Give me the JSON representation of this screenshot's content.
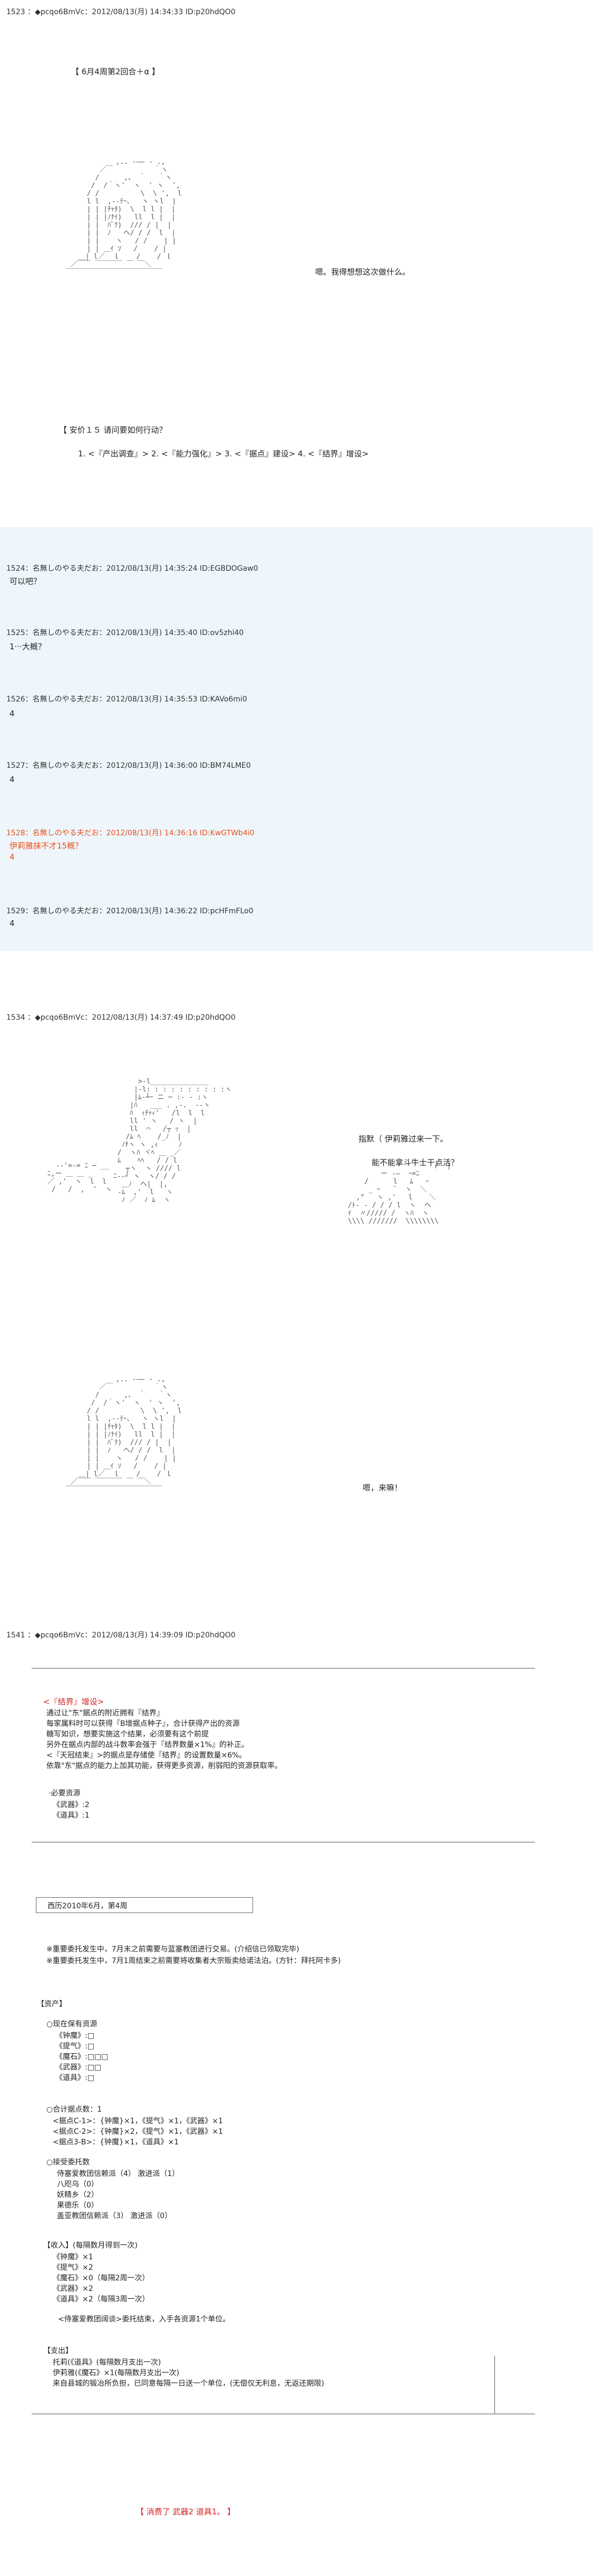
{
  "post1523": {
    "header": "1523 ：◆pcqo6BmVc：2012/08/13(月) 14:34:33 ID:p20hdQO0",
    "title": "【 6月4周第2回合＋α 】",
    "speech": "嗯。我得想想这次做什么。",
    "question": "【 安价１５ 请问要如何行动？",
    "options": "1. <『产出调查』> 2. <『能力强化』> 3. <『据点』建设> 4. <『结界』增设>"
  },
  "replies": [
    {
      "header": "1524：名無しのやる夫だお：2012/08/13(月) 14:35:24 ID:EGBDOGaw0",
      "body": "可以吧？",
      "style": "normal"
    },
    {
      "header": "1525：名無しのやる夫だお：2012/08/13(月) 14:35:40 ID:ov5zhi40",
      "body": "1···大概？",
      "style": "normal"
    },
    {
      "header": "1526：名無しのやる夫だお：2012/08/13(月) 14:35:53 ID:KAVo6mi0",
      "body": "4",
      "style": "normal"
    },
    {
      "header": "1527：名無しのやる夫だお：2012/08/13(月) 14:36:00 ID:BM74LME0",
      "body": "4",
      "style": "normal"
    },
    {
      "header": "1528：名無しのやる夫だお：2012/08/13(月) 14:36:16 ID:KwGTWb4i0",
      "body": "伊莉雅抹不才15概？",
      "body2": "4",
      "style": "orange"
    },
    {
      "header": "1529：名無しのやる夫だお：2012/08/13(月) 14:36:22 ID:pcHFmFLo0",
      "body": "4",
      "style": "normal"
    }
  ],
  "post1534": {
    "header": "1534 ：◆pcqo6BmVc：2012/08/13(月) 14:37:49 ID:p20hdQO0",
    "speech1": "指默（ 伊莉雅过来一下。",
    "speech2": "能不能拿斗牛士干点活？",
    "speech3": "嗯，来嘛！"
  },
  "post1541": {
    "header": "1541 ：◆pcqo6BmVc：2012/08/13(月) 14:39:09 ID:p20hdQO0",
    "kekkai_title": "<『结界』增设>",
    "kekkai_lines": [
      "通过让\"东\"据点的附近拥有『结界』",
      "每家属料时可以获得『B增据点种子』，合计获得产出的资源",
      "糖写如识，想要实施这个结果，必须要有这个前提",
      "另外在据点内部的战斗数率会强于『结界数量×1%』的补正。",
      "<『天冠结束』>的据点是存储使『结界』的设置数量×6%。",
      "依靠\"东\"据点的能力上加其功能，获得更多资源，削弱阳的资源获取率。"
    ],
    "req_label": "·必要资源",
    "req1": "《武器》:2",
    "req2": "《道具》:1",
    "week": "西历2010年6月，第4周",
    "notice1": "※重要委托发生中，7月末之前需要与蓝塞教团进行交易。(介绍信已领取完毕)",
    "notice2": "※重要委托发生中，7月1周结束之前需要将收集者大宗贩卖给诺法泊。(方针：拜托阿卡多)",
    "assets": "【资产】",
    "current": "○现在保有资源",
    "res1": "《钟魔》:□",
    "res2": "《提气》:□",
    "res3": "《魔石》:□□□",
    "res4": "《武器》:□□",
    "res5": "《道具》:□",
    "bases": "○合计据点数：1",
    "base1": "<据点C-1>：{钟魔}×1，《提气》×1，《武器》×1",
    "base2": "<据点C-2>：{钟魔}×2，《提气》×1，《武器》×1",
    "base3": "<据点3-B>：{钟魔}×1，《道具》×1",
    "orders": "○接受委托数",
    "order1": "侍塞爱教团信赖派（4） 激进派（1）",
    "order2": "八咫乌（0）",
    "order3": "妖精乡（2）",
    "order4": "果德乐（0）",
    "order5": "盖亚教团信赖派（3） 激进派（0）",
    "income": "【收入】(每隔数月得到一次)",
    "inc1": "《钟魔》×1",
    "inc2": "《提气》×2",
    "inc3": "《魔石》×0（每隔2周一次）",
    "inc4": "《武器》×2",
    "inc5": "《道具》×2（每隔3周一次）",
    "inc6": "<侍塞爱教团阔谈>委托结束，入手各资源1个单位。",
    "expense": "【支出】",
    "exp1": "托莉(《道具》(每隔数月支出一次)",
    "exp2": "伊莉雅(《魔石》×1(每隔数月支出一次)",
    "exp3": "来自县城的锻冶所负担，已同意每隔一日送一个单位，(无偿仅无利息，无返还期限)",
    "consume": "【 消费了 武器2 道具1。 】"
  },
  "aa": {
    "fig1": "              ,.. -―― - .,\n          ／￣          ｀ヽ\n         /      ,、 ｀   ｀ヽ\n        /  /｀ヽ'  ヽ  ' ヽ  ',\n       / /          \\  \\ ',  l\n       l l  ,-‐ﾃｰ、  ヽ ヽl  |\n       | | |ﾁｬﾀ)  \\  l l |  |\n       | | |ﾉﾅｲ)   ll  l |  |\n       | |  ﾊﾞｸ)  /// / |  |\n       | |  ﾉ   ヘ/ / /  l  |\n       | |    ヽ   / /    | |\n       | | ＿ｲ ｿ   /    / |\n     ＿| l／  ｌ    /    / ｌ\n   ／￣￣ ￣￣￣￣ ￣ ￣＼\n  ￣￣￣￣￣￣￣￣￣￣￣￣￣￣",
    "fig2": "      >-l______________\n     |-l: : : : : : : : : :ヽ\n     |ﾑ-┴ｰ ニ ─ :‐ - :ヽ\n    |ﾊ   ___ . ,-.  ‐-ヽ\n    ﾊ  ｨﾁｬｨ'   /l  l  l\n    ll ' ヽ   / ヽ  |\n    ll  ⌒   /┬ ｯ  |\n   /ﾑ ﾍ    /_ﾉ  |\n  ﾉﾁヽ ヽ ,ｨ     ﾉ\n /  ヽﾊ ヾﾍ ＿ _／\n ﾑ    ﾍﾍ   / / l\n   ┬ヽ  ヽ //// l\nﾆ-‐┘ ヽ  ヽ/ / /\n  ＿ﾉ  ヘ|  |,\n -ﾑ  ,'  l   ヽ\n  ﾉ ／  ﾉ ﾑ  ヽ",
    "fig2b": "                     /  |\n        ー -―  ｰ=ﾆ\n    /      l   ﾑ   ｰ\n     _ ｰ   ¨  ヽ  ＼\n  ,\"   ヽ ,'   l    ＼\n/ﾄ- ‐ / / / l  ヽ  ヘ\nｲ  〃///// /  ヽﾊ  ヽ\n\\\\\\\\ ///////  \\\\\\\\\\\\\\\\"
  }
}
